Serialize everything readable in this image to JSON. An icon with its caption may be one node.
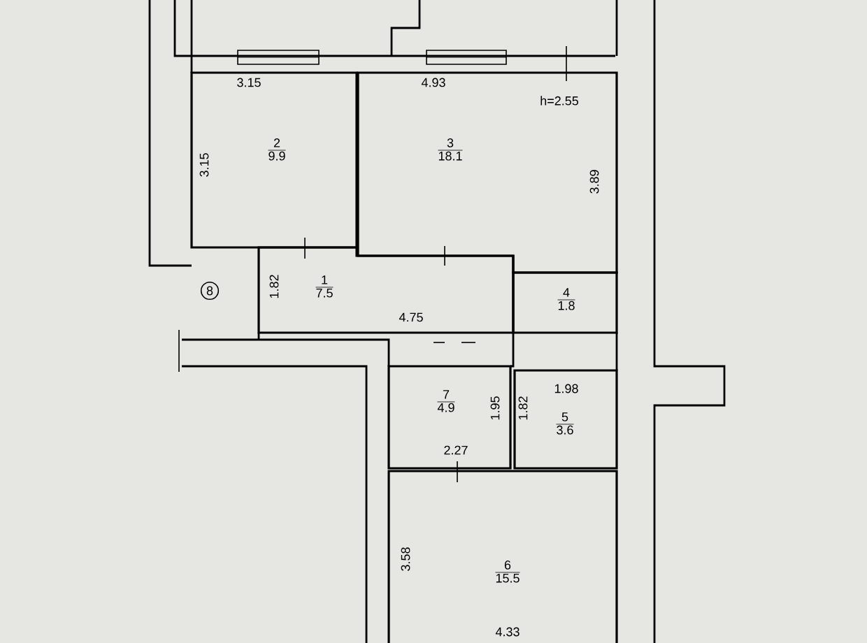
{
  "diagram": {
    "nodes": [
      {
        "text": [
          "2",
          "9.9"
        ]
      },
      {
        "text": [
          "3",
          "18.1"
        ]
      },
      {
        "text": [
          "1",
          "7.5"
        ]
      },
      {
        "text": [
          "4",
          "1.8"
        ]
      },
      {
        "text": [
          "7",
          "4.9"
        ]
      },
      {
        "text": [
          "5",
          "3.6"
        ]
      },
      {
        "text": [
          "6",
          "15.5"
        ]
      }
    ],
    "labels": [
      "3.15",
      "4.93",
      "h=2.55",
      "3.15",
      "3.89",
      "8",
      "1.82",
      "4.75",
      "1.98",
      "1.95",
      "1.82",
      "2.27",
      "3.58",
      "4.33"
    ]
  }
}
